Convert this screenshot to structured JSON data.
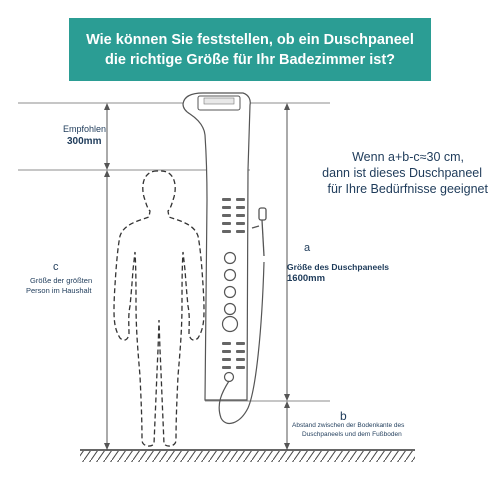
{
  "header": {
    "line1": "Wie können Sie feststellen, ob ein Duschpaneel",
    "line2": "die richtige Größe für Ihr Badezimmer ist?",
    "background": "#2b9d94",
    "text_color": "#ffffff"
  },
  "recommended": {
    "label": "Empfohlen",
    "value": "300mm"
  },
  "rule": {
    "line1": "Wenn a+b-c≈30 cm,",
    "line2": "dann ist dieses Duschpaneel",
    "line3": "für Ihre Bedürfnisse geeignet"
  },
  "a": {
    "letter": "a",
    "label": "Größe des Duschpaneels",
    "value": "1600mm"
  },
  "b": {
    "letter": "b",
    "line1": "Abstand zwischen der Bodenkante des",
    "line2": "Duschpaneels und dem Fußboden"
  },
  "c": {
    "letter": "c",
    "line1": "Größe der größten",
    "line2": "Person im Haushalt"
  },
  "colors": {
    "text": "#1e3b5a",
    "line": "#555555",
    "dashed": "#333333"
  }
}
